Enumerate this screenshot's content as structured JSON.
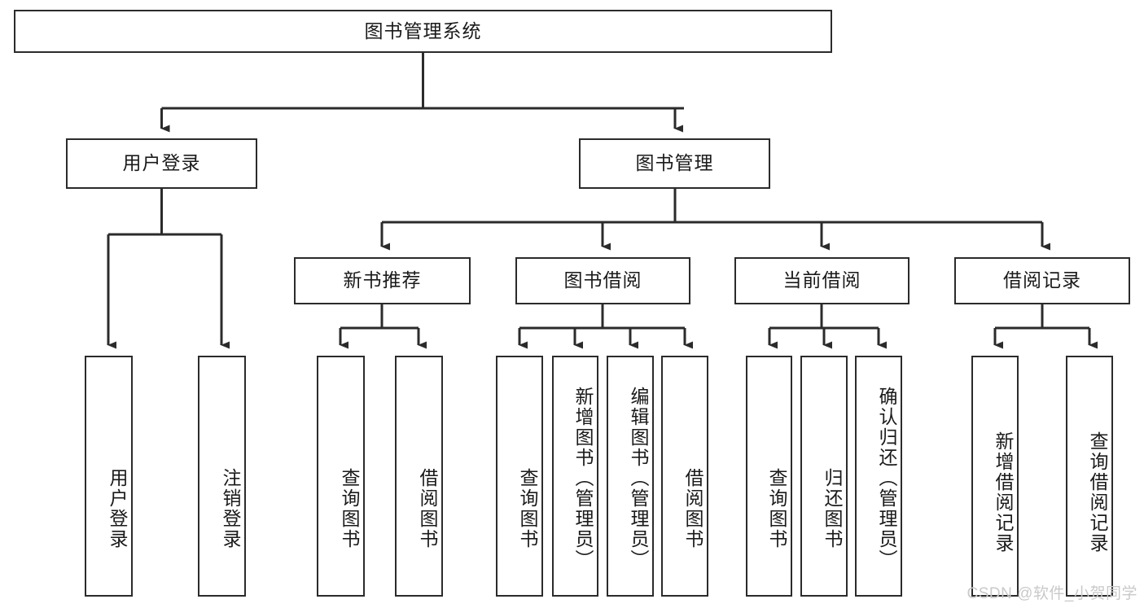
{
  "diagram": {
    "title": "图书管理系统",
    "type": "hierarchy-tree",
    "root": {
      "label": "图书管理系统"
    },
    "level2": [
      {
        "label": "用户登录"
      },
      {
        "label": "图书管理"
      }
    ],
    "level3": [
      {
        "label": "新书推荐"
      },
      {
        "label": "图书借阅"
      },
      {
        "label": "当前借阅"
      },
      {
        "label": "借阅记录"
      }
    ],
    "leaves": {
      "user_login": [
        {
          "label": "用户登录"
        },
        {
          "label": "注销登录"
        }
      ],
      "new_book_recommend": [
        {
          "label": "查询图书"
        },
        {
          "label": "借阅图书"
        }
      ],
      "book_borrow": [
        {
          "label": "查询图书"
        },
        {
          "label": "新增图书（管理员）"
        },
        {
          "label": "编辑图书（管理员）"
        },
        {
          "label": "借阅图书"
        }
      ],
      "current_borrow": [
        {
          "label": "查询图书"
        },
        {
          "label": "归还图书"
        },
        {
          "label": "确认归还（管理员）"
        }
      ],
      "borrow_record": [
        {
          "label": "新增借阅记录"
        },
        {
          "label": "查询借阅记录"
        }
      ]
    }
  },
  "watermark": {
    "text": "CSDN @软件_小贺同学"
  },
  "colors": {
    "stroke": "#2b2b2b",
    "background": "#ffffff",
    "watermark": "#c9c9c9"
  }
}
